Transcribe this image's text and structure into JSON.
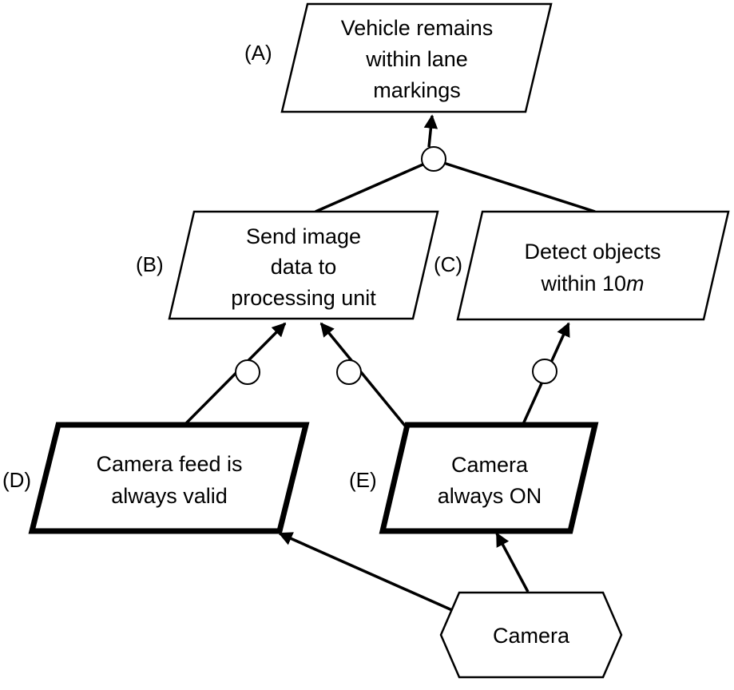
{
  "diagram": {
    "goals": {
      "A": {
        "tag": "(A)",
        "lines": [
          "Vehicle remains",
          "within lane",
          "markings"
        ]
      },
      "B": {
        "tag": "(B)",
        "lines": [
          "Send image",
          "data to",
          "processing unit"
        ]
      },
      "C": {
        "tag": "(C)",
        "line1": "Detect objects",
        "line2_prefix": "within 10",
        "line2_unit": "m"
      },
      "D": {
        "tag": "(D)",
        "lines": [
          "Camera feed is",
          "always valid"
        ]
      },
      "E": {
        "tag": "(E)",
        "lines": [
          "Camera",
          "always ON"
        ]
      }
    },
    "agent": {
      "label": "Camera"
    }
  }
}
